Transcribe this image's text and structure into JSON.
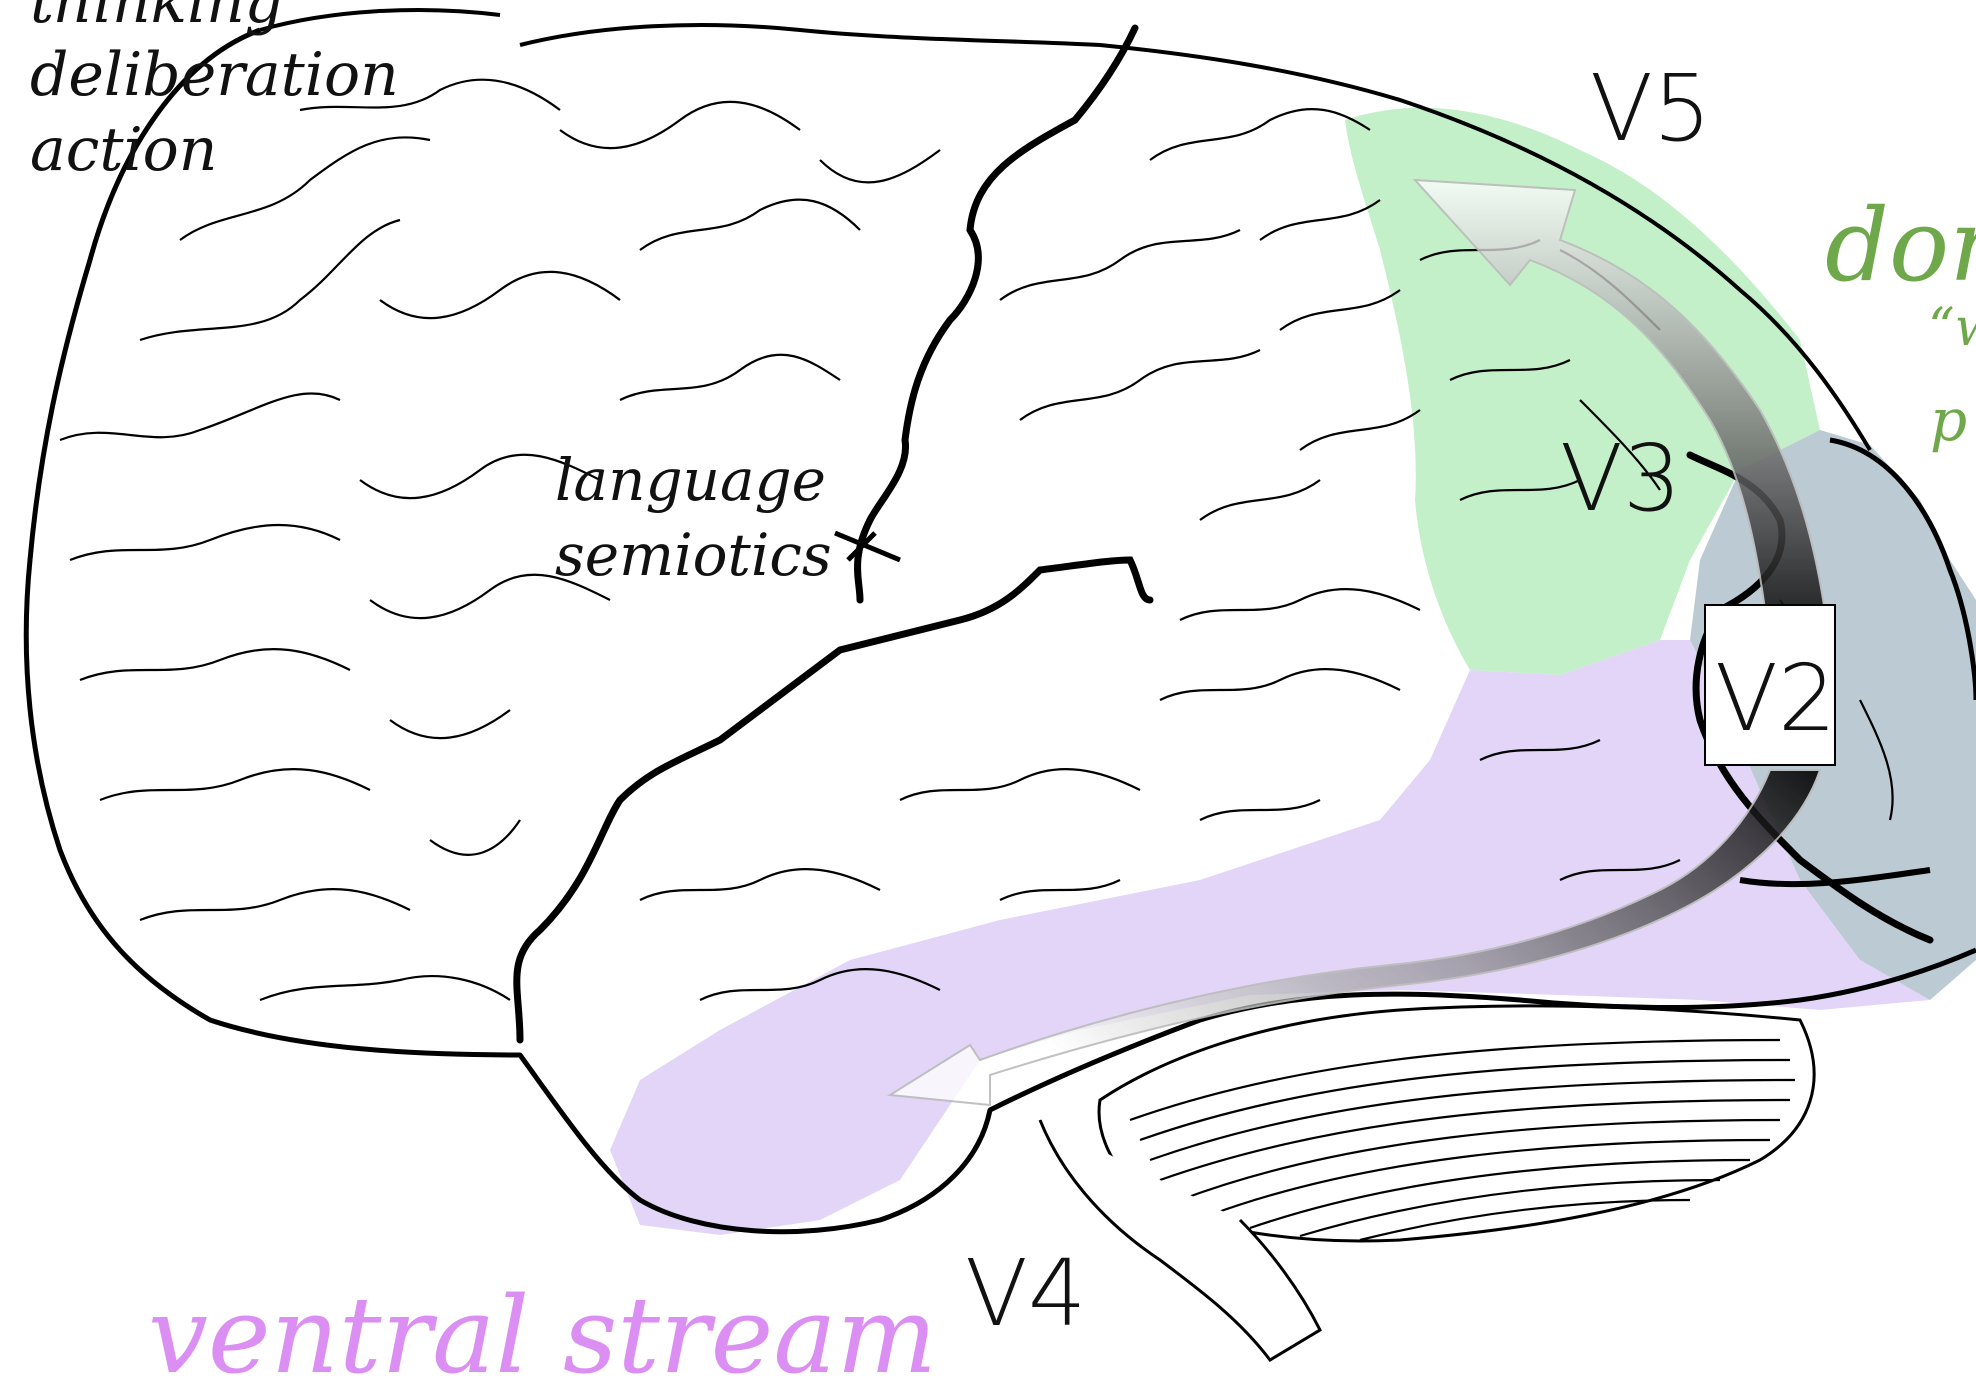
{
  "labels": {
    "top_left_line1": "thinking",
    "top_left_line2": "deliberation",
    "top_left_line3": "action",
    "language_line1": "language",
    "language_line2": "semiotics",
    "dorsal_partial": "dor",
    "dorsal_quote_partial": "“w",
    "dorsal_partial2": "p",
    "ventral_stream": "ventral stream"
  },
  "areas": {
    "v5": "V5",
    "v3": "V3",
    "v2": "V2",
    "v4": "V4"
  },
  "colors": {
    "dorsal_region": "#c3f0c8",
    "ventral_region": "#e2d5f7",
    "occipital_region": "#bccad3",
    "dorsal_text": "#6fa84a",
    "ventral_text": "#dc8ff2",
    "outline": "#000000",
    "background": "#ffffff"
  }
}
